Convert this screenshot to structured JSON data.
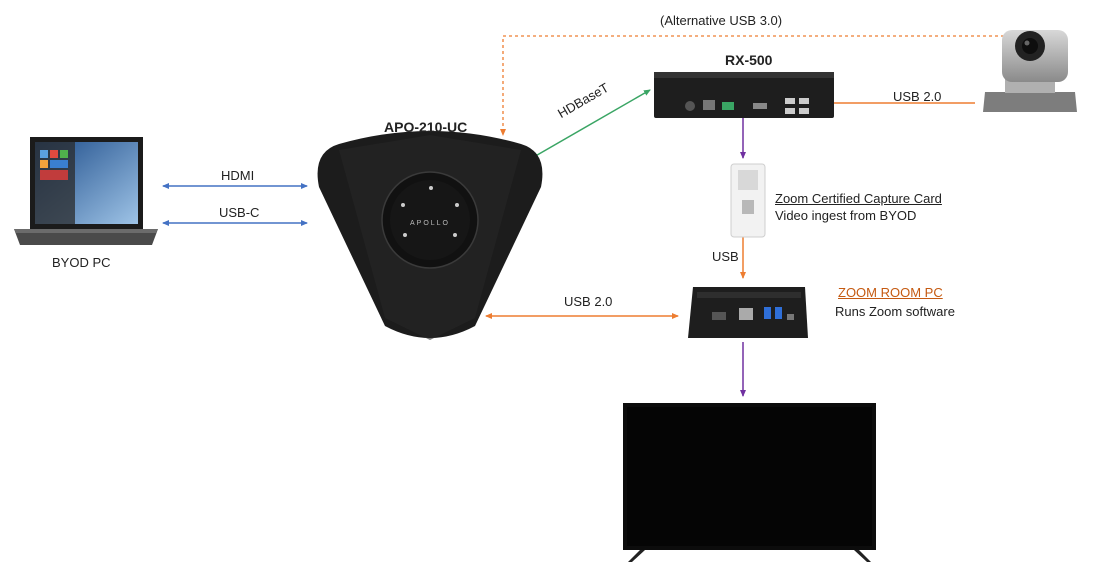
{
  "labels": {
    "alt_usb": "(Alternative USB 3.0)",
    "rx500": "RX-500",
    "usb20_cam": "USB 2.0",
    "hdbaset": "HDBaseT",
    "apo": "APO-210-UC",
    "hdmi": "HDMI",
    "usbc": "USB-C",
    "byod": "BYOD PC",
    "capture_title": "Zoom Certified Capture Card",
    "capture_sub": "Video ingest from BYOD",
    "usb": "USB",
    "usb20_pc": "USB 2.0",
    "zoom_title": "ZOOM ROOM PC",
    "zoom_sub": "Runs Zoom software"
  },
  "device_text": {
    "apollo_logo": "APOLLO"
  },
  "colors": {
    "blue": "#4472c4",
    "orange": "#ed7d31",
    "green": "#3aa564",
    "purple": "#7030a0",
    "zoom_title": "#c55a11"
  },
  "devices": [
    "laptop",
    "speakerphone",
    "rx500-extender",
    "ptz-camera",
    "capture-card",
    "mini-pc",
    "tv-display"
  ]
}
